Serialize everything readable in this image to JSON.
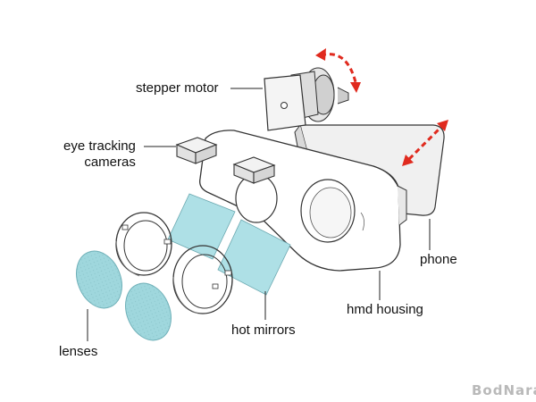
{
  "labels": {
    "stepper_motor": "stepper motor",
    "eye_tracking_cameras": [
      "eye tracking",
      "cameras"
    ],
    "phone": "phone",
    "hmd_housing": "hmd housing",
    "hot_mirrors": "hot mirrors",
    "lenses": "lenses"
  },
  "watermark": "BodNara",
  "colors": {
    "arrow": "#e02a1e",
    "lens": "#9fd7dd",
    "mirror": "#aee0e6",
    "outline": "#333333",
    "housing_fill": "#ffffff",
    "phone_fill": "#f0f0f0"
  }
}
